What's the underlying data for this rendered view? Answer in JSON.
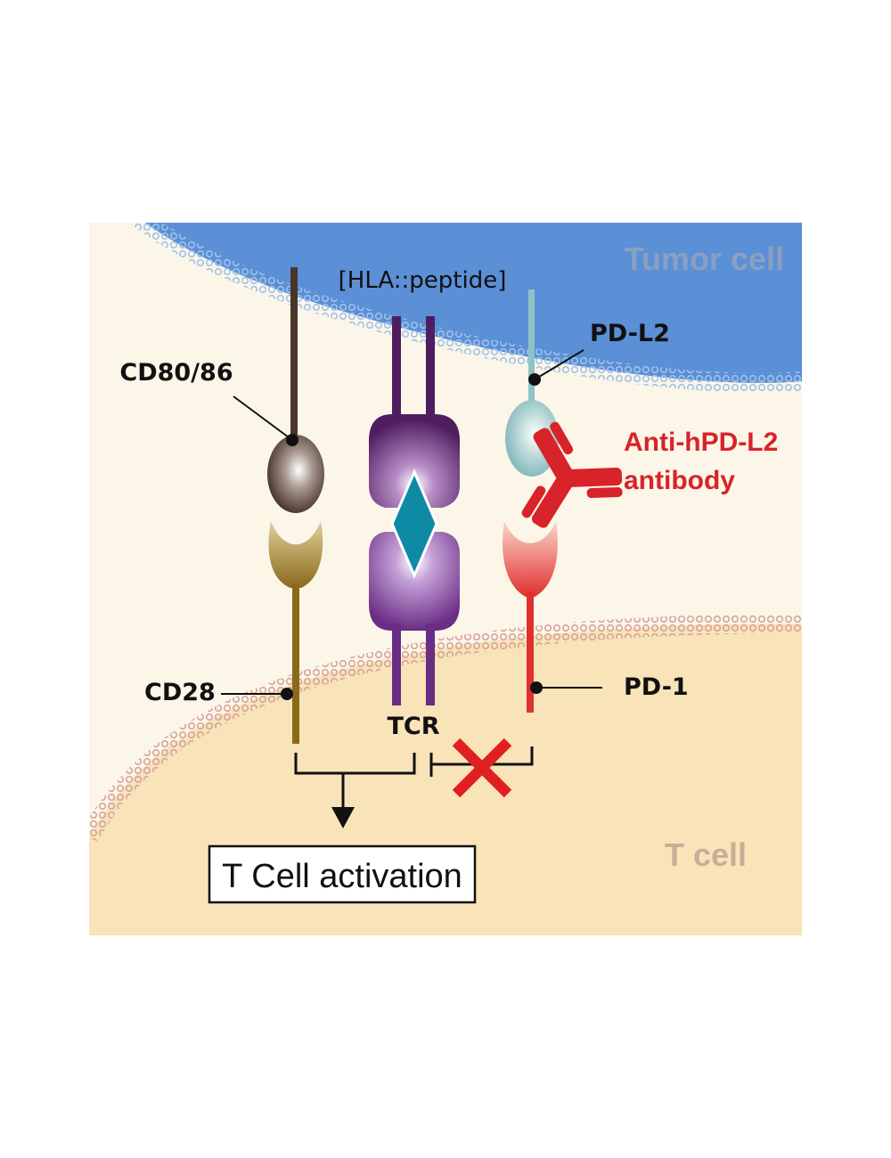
{
  "labels": {
    "tumor_cell": "Tumor cell",
    "t_cell": "T cell",
    "hla_peptide": "[HLA::peptide]",
    "cd80_86": "CD80/86",
    "pd_l2": "PD-L2",
    "antibody_line1": "Anti-hPD-L2",
    "antibody_line2": "antibody",
    "cd28": "CD28",
    "tcr": "TCR",
    "pd_1": "PD-1",
    "activation": "T Cell activation"
  },
  "colors": {
    "background": "#fcf6e8",
    "tumor_cell": "#5b8fd6",
    "tumor_membrane": "#a9c9ec",
    "t_cell": "#f9e3b8",
    "t_membrane": "#dcaea8",
    "antibody": "#d8232a",
    "inhibition_x": "#e02020",
    "tcr_purple": "#6a2d86",
    "hla_dark": "#4e1d60",
    "diamond": "#0e8aa5",
    "cd80_stem": "#4a3628",
    "cd28_gold": "#8a6a1a",
    "pd_l2_teal": "#8ec3c6",
    "pd_1_red": "#e0302e"
  }
}
